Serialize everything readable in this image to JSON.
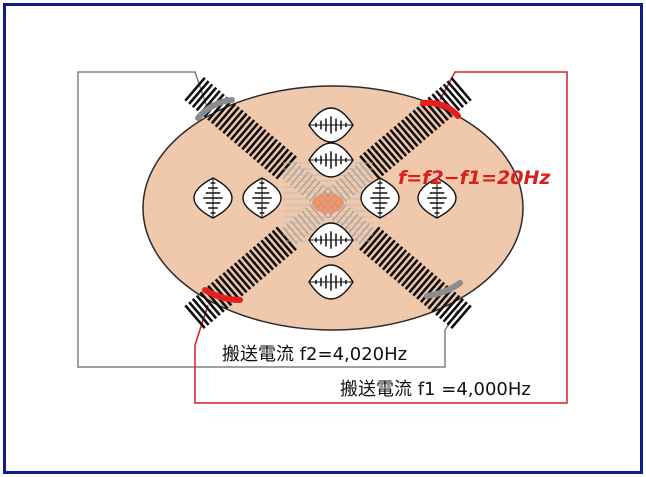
{
  "diagram": {
    "formula": "f=f2−f1=20Hz",
    "label_f2": "搬送電流 f2=4,020Hz",
    "label_f1": "搬送電流 f1 =4,000Hz",
    "colors": {
      "border": "#0b1f86",
      "body": "#f0c9ad",
      "circuit_f1": "#d92020",
      "circuit_f2": "#808080",
      "electrode_red": "#e61e1e",
      "electrode_gray": "#8c8c8c",
      "field_lines": "#111111",
      "center": "#f08a5d"
    }
  }
}
